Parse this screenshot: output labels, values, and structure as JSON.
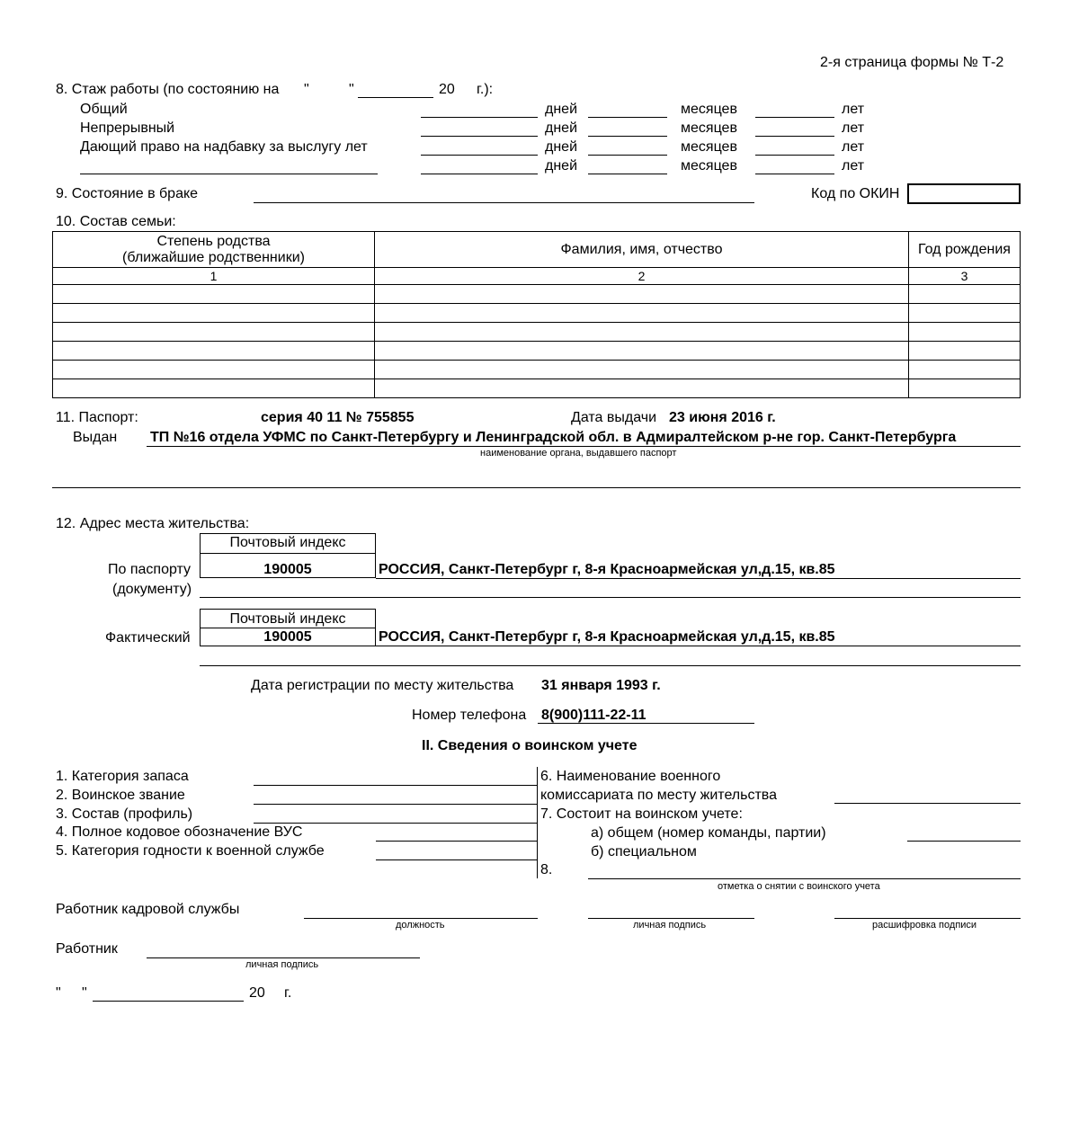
{
  "header": {
    "page_label": "2-я страница формы № Т-2"
  },
  "section8": {
    "title": "8. Стаж работы (по состоянию на",
    "quote_open": "\"",
    "quote_close": "\"",
    "year_prefix": "20",
    "year_suffix": "г.):",
    "rows": [
      {
        "label": "Общий"
      },
      {
        "label": "Непрерывный"
      },
      {
        "label": "Дающий право на надбавку за выслугу лет"
      },
      {
        "label": ""
      }
    ],
    "days": "дней",
    "months": "месяцев",
    "years": "лет"
  },
  "section9": {
    "label": "9. Состояние в браке",
    "okin_label": "Код по ОКИН"
  },
  "section10": {
    "label": "10. Состав семьи:",
    "columns": [
      "Степень родства (ближайшие родственники)",
      "Фамилия, имя, отчество",
      "Год рождения"
    ],
    "col_degree_line1": "Степень родства",
    "col_degree_line2": "(ближайшие родственники)",
    "col_numbers": [
      "1",
      "2",
      "3"
    ]
  },
  "section11": {
    "label": "11. Паспорт:",
    "series": "серия 40 11 № 755855",
    "issue_date_label": "Дата выдачи",
    "issue_date": "23 июня 2016 г.",
    "issued_by_label": "Выдан",
    "issued_by": "ТП №16 отдела УФМС по Санкт-Петербургу и Ленинградской обл. в Адмиралтейском р-не гор. Санкт-Петербурга",
    "issued_by_caption": "наименование органа, выдавшего паспорт"
  },
  "section12": {
    "label": "12. Адрес места жительства:",
    "postal_label": "Почтовый индекс",
    "passport_label_1": "По паспорту",
    "passport_label_2": "(документу)",
    "passport_index": "190005",
    "passport_address": "РОССИЯ, Санкт-Петербург г, 8-я Красноармейская ул,д.15, кв.85",
    "actual_label": "Фактический",
    "actual_index": "190005",
    "actual_address": "РОССИЯ, Санкт-Петербург г, 8-я Красноармейская ул,д.15, кв.85",
    "reg_date_label": "Дата регистрации по месту жительства",
    "reg_date": "31 января 1993 г.",
    "phone_label": "Номер телефона",
    "phone": "8(900)111-22-11"
  },
  "military": {
    "title": "II. Сведения о воинском учете",
    "left": [
      "1. Категория запаса",
      "2. Воинское звание",
      "3. Состав (профиль)",
      "4. Полное кодовое обозначение ВУС",
      "5. Категория годности к военной службе"
    ],
    "right6_line1": "6. Наименование военного",
    "right6_line2": "комиссариата по месту жительства",
    "right7": "7. Состоит на воинском учете:",
    "right7a": "а) общем (номер команды, партии)",
    "right7b": "б) специальном",
    "right8": "8.",
    "deregister_caption": "отметка о снятии с воинского учета"
  },
  "signatures": {
    "hr_label": "Работник кадровой службы",
    "position_caption": "должность",
    "signature_caption": "личная подпись",
    "decoding_caption": "расшифровка подписи",
    "worker_label": "Работник",
    "worker_signature_caption": "личная подпись",
    "date_quote_open": "\"",
    "date_quote_close": "\"",
    "date_year_prefix": "20",
    "date_year_suffix": "г."
  }
}
